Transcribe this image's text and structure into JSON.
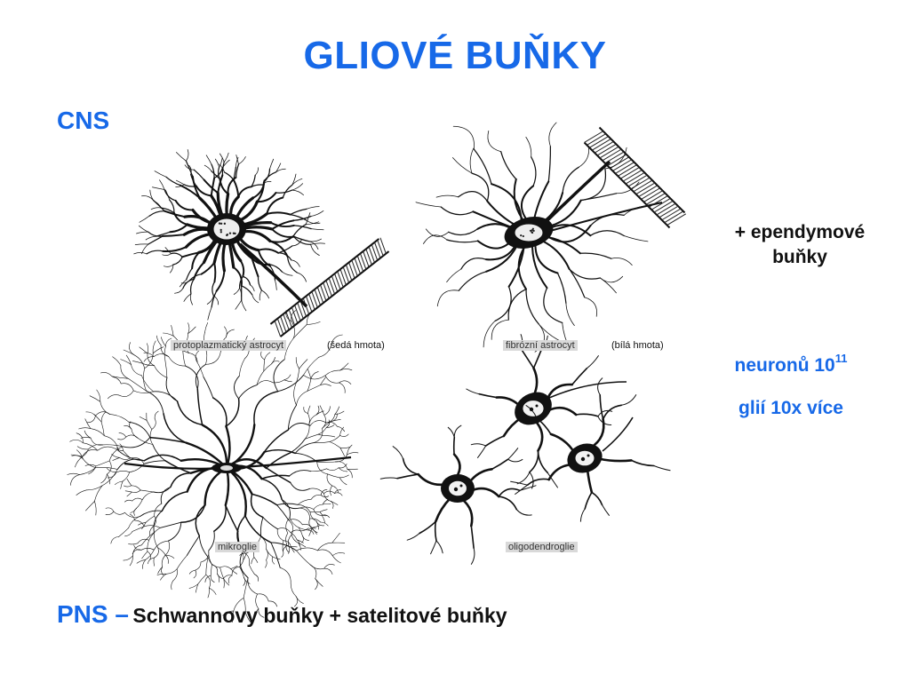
{
  "slide": {
    "title": "GLIOVÉ BUŇKY",
    "cns_label": "CNS",
    "ependymal_line1": "+ ependymové",
    "ependymal_line2": "buňky",
    "neurons_text": "neuronů 10",
    "neurons_exponent": "11",
    "glia_text": "glií 10x více",
    "pns_label": "PNS –",
    "pns_text": "Schwannovy buňky + satelitové buňky"
  },
  "figures": {
    "protoplasmic": {
      "label": "protoplazmatický astrocyt",
      "note": "(šedá hmota)"
    },
    "fibrous": {
      "label": "fibrózní astrocyt",
      "note": "(bílá hmota)"
    },
    "microglia": {
      "label": "mikroglie"
    },
    "oligodendroglia": {
      "label": "oligodendroglie"
    }
  },
  "colors": {
    "accent": "#1769e8",
    "text": "#111111"
  }
}
